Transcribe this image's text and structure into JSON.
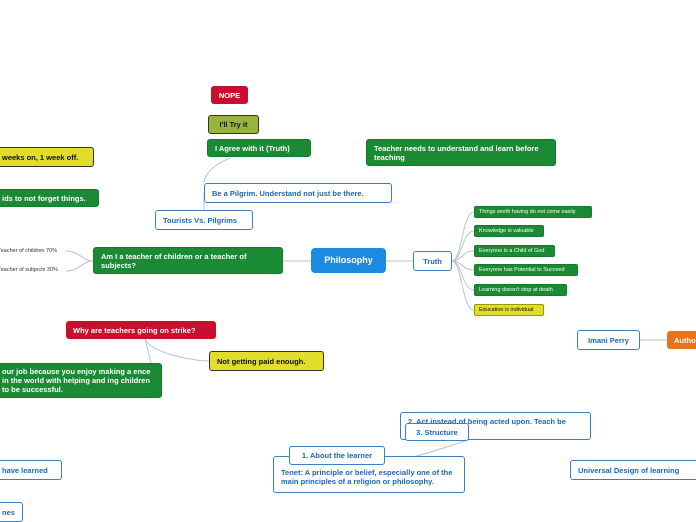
{
  "colors": {
    "central": "#1a8be0",
    "green": "#1a8a35",
    "red": "#c8102e",
    "yellow": "#e2dd2a",
    "olive": "#96b53a",
    "orange": "#e8731a",
    "outline": "#3b7fc4",
    "link": "#b8c2cc"
  },
  "central": {
    "label": "Philosophy"
  },
  "top_branch": {
    "nope": "NOPE",
    "try_it": "I'll Try it",
    "agree": "I Agree with it (Truth)",
    "teacher_needs": "Teacher needs to understand and learn before teaching",
    "weeks": "weeks on, 1 week off.",
    "kids": "ids to not forget things.",
    "pilgrim": "Be a Pilgrim.  Understand not just be there.",
    "tourists": "Tourists Vs. Pilgrims"
  },
  "teacher_branch": {
    "question": "Am I a teacher of children or a teacher of subjects?",
    "children": "Teacher of children 70%",
    "subjects": "Teacher of subjects 30%"
  },
  "truth_branch": {
    "label": "Truth",
    "items": [
      "Things worth having do not come easily",
      "Knowledge is valuable",
      "Everyone is a Child of God",
      "Everyone has Potential to Succeed",
      "Learning doesn't stop at death",
      "Education is individual"
    ]
  },
  "strike_branch": {
    "question": "Why are teachers going on strike?",
    "paid": "Not getting paid enough.",
    "job": "our job because you enjoy making a ence in the world with helping and ing children to be successful."
  },
  "authors": {
    "imani": "Imani Perry",
    "author": "Autho"
  },
  "learner_branch": {
    "act": "2. Act instead of being acted upon. Teach  be self-reliant.",
    "structure": "3. Structure",
    "about": "1. About the learner",
    "tenet": "Tenet: A principle or belief, especially one of the main principles of a religion or philosophy.",
    "udl": "Universal Design of learning",
    "have_learned": "have learned",
    "nes": "nes"
  }
}
